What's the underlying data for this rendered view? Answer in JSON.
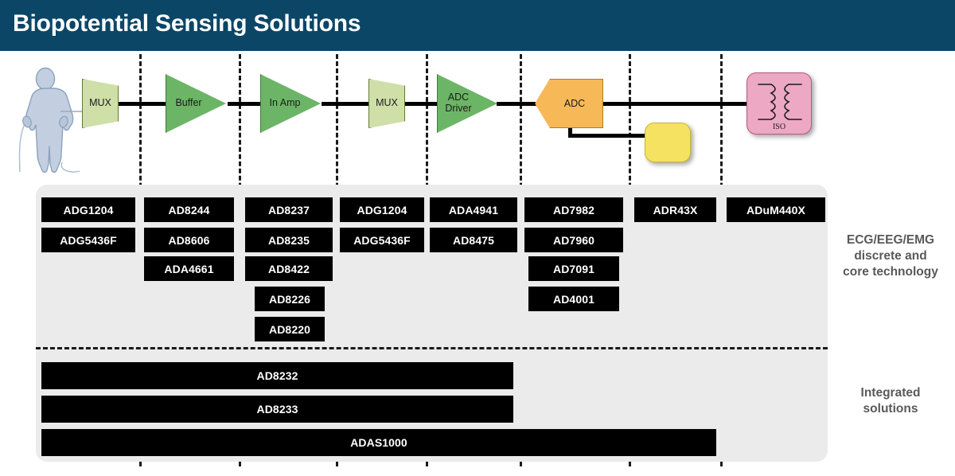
{
  "header": {
    "title": "Biopotential Sensing Solutions"
  },
  "diagram": {
    "patient_icon": "human-body-icon",
    "blocks": [
      {
        "name": "mux-1",
        "label": "MUX",
        "shape": "trapezoid",
        "color": "#cfdfa8"
      },
      {
        "name": "buffer",
        "label": "Buffer",
        "shape": "triangle",
        "color": "#6cb566"
      },
      {
        "name": "in-amp",
        "label": "In Amp",
        "shape": "triangle",
        "color": "#6cb566"
      },
      {
        "name": "mux-2",
        "label": "MUX",
        "shape": "trapezoid",
        "color": "#cfdfa8"
      },
      {
        "name": "adc-driver",
        "label": "ADC\nDriver",
        "shape": "triangle",
        "color": "#6cb566"
      },
      {
        "name": "adc",
        "label": "ADC",
        "shape": "pentagon",
        "color": "#f7b857"
      },
      {
        "name": "reference",
        "label": "",
        "shape": "roundrect",
        "color": "#f5e260"
      },
      {
        "name": "isolator",
        "label": "ISO",
        "shape": "roundrect",
        "color": "#eda8c4"
      }
    ],
    "adc_driver_line1": "ADC",
    "adc_driver_line2": "Driver",
    "iso_label": "ISO"
  },
  "parts_table": {
    "columns": [
      {
        "name": "mux-1",
        "parts": [
          "ADG1204",
          "ADG5436F"
        ]
      },
      {
        "name": "buffer",
        "parts": [
          "AD8244",
          "AD8606",
          "ADA4661"
        ]
      },
      {
        "name": "in-amp",
        "parts": [
          "AD8237",
          "AD8235",
          "AD8422",
          "AD8226",
          "AD8220"
        ]
      },
      {
        "name": "mux-2",
        "parts": [
          "ADG1204",
          "ADG5436F"
        ]
      },
      {
        "name": "adc-driver",
        "parts": [
          "ADA4941",
          "AD8475"
        ]
      },
      {
        "name": "adc",
        "parts": [
          "AD7982",
          "AD7960",
          "AD7091",
          "AD4001"
        ]
      },
      {
        "name": "reference",
        "parts": [
          "ADR43X"
        ]
      },
      {
        "name": "isolator",
        "parts": [
          "ADuM440X"
        ]
      }
    ],
    "integrated": [
      {
        "name": "ad8232",
        "label": "AD8232"
      },
      {
        "name": "ad8233",
        "label": "AD8233"
      },
      {
        "name": "adas1000",
        "label": "ADAS1000"
      }
    ]
  },
  "side_labels": {
    "discrete": "ECG/EEG/EMG discrete and core technology",
    "discrete_lines": [
      "ECG/EEG/EMG",
      "discrete and",
      "core technology"
    ],
    "integrated": "Integrated solutions",
    "integrated_lines": [
      "Integrated",
      "solutions"
    ]
  },
  "colors": {
    "header_bg": "#0b4667",
    "panel_bg": "#ebebeb",
    "chip_bg": "#000000",
    "chip_text": "#ffffff",
    "amp_green": "#6cb566",
    "mux_green": "#cfdfa8",
    "adc_orange": "#f7b857",
    "ref_yellow": "#f5e260",
    "iso_pink": "#eda8c4",
    "side_label_text": "#595959"
  }
}
